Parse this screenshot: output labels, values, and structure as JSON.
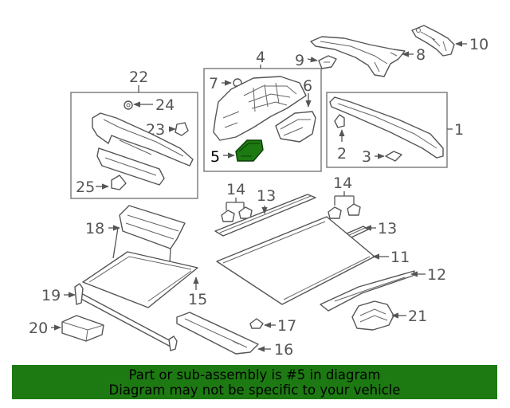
{
  "diagram": {
    "callouts": {
      "c1": "1",
      "c2": "2",
      "c3": "3",
      "c4": "4",
      "c5": "5",
      "c6": "6",
      "c7": "7",
      "c8": "8",
      "c9": "9",
      "c10": "10",
      "c11": "11",
      "c12": "12",
      "c13a": "13",
      "c13b": "13",
      "c14a": "14",
      "c14b": "14",
      "c15": "15",
      "c16": "16",
      "c17": "17",
      "c18": "18",
      "c19": "19",
      "c20": "20",
      "c21": "21",
      "c22": "22",
      "c23": "23",
      "c24": "24",
      "c25": "25"
    },
    "highlighted_part": "5",
    "highlight_color": "#1d7a12",
    "line_color": "#555555"
  },
  "footer": {
    "line1": "Part or sub-assembly is #5 in diagram",
    "line2": "Diagram may not be specific to your vehicle",
    "background": "#1d7a12"
  }
}
